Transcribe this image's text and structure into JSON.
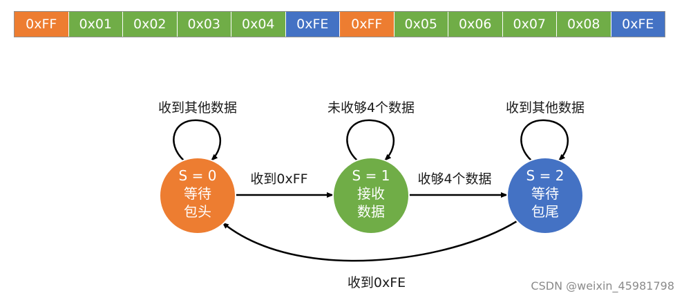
{
  "packet": [
    {
      "text": "0xFF",
      "role": "head",
      "color": "#ed7d31"
    },
    {
      "text": "0x01",
      "role": "data",
      "color": "#70ad47"
    },
    {
      "text": "0x02",
      "role": "data",
      "color": "#70ad47"
    },
    {
      "text": "0x03",
      "role": "data",
      "color": "#70ad47"
    },
    {
      "text": "0x04",
      "role": "data",
      "color": "#70ad47"
    },
    {
      "text": "0xFE",
      "role": "tail",
      "color": "#4472c4"
    },
    {
      "text": "0xFF",
      "role": "head",
      "color": "#ed7d31"
    },
    {
      "text": "0x05",
      "role": "data",
      "color": "#70ad47"
    },
    {
      "text": "0x06",
      "role": "data",
      "color": "#70ad47"
    },
    {
      "text": "0x07",
      "role": "data",
      "color": "#70ad47"
    },
    {
      "text": "0x08",
      "role": "data",
      "color": "#70ad47"
    },
    {
      "text": "0xFE",
      "role": "tail",
      "color": "#4472c4"
    }
  ],
  "states": [
    {
      "id": "s0",
      "line1": "S = 0",
      "line2": "等待",
      "line3": "包头",
      "color": "#ed7d31",
      "self_loop": "收到其他数据"
    },
    {
      "id": "s1",
      "line1": "S = 1",
      "line2": "接收",
      "line3": "数据",
      "color": "#70ad47",
      "self_loop": "未收够4个数据"
    },
    {
      "id": "s2",
      "line1": "S = 2",
      "line2": "等待",
      "line3": "包尾",
      "color": "#4472c4",
      "self_loop": "收到其他数据"
    }
  ],
  "transitions": {
    "s0_to_s1": "收到0xFF",
    "s1_to_s2": "收够4个数据",
    "s2_to_s0": "收到0xFE"
  },
  "watermark": "CSDN @weixin_45981798"
}
